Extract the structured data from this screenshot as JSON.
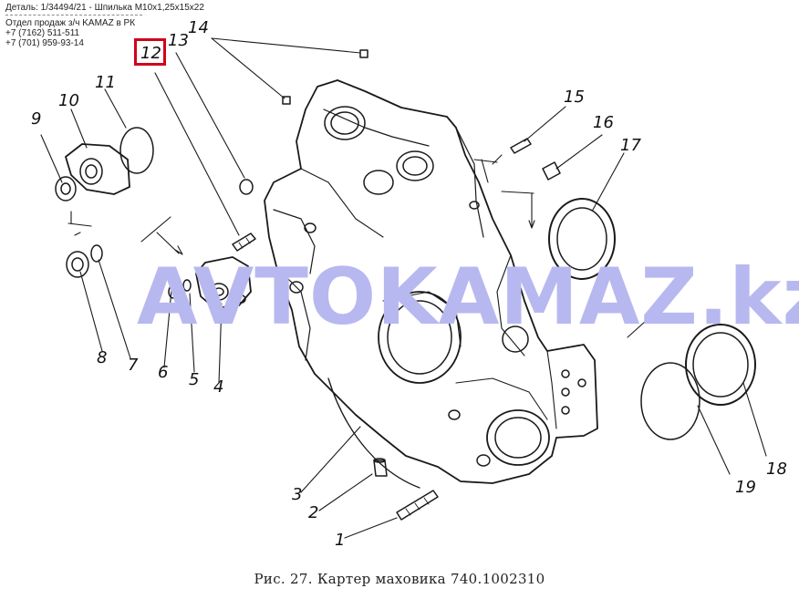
{
  "header": {
    "detail": "Деталь: 1/34494/21 - Шпилька М10х1,25х15х22",
    "dept": "Отдел продаж з/ч KAMAZ в РК",
    "phone1": "+7 (7162) 511-511",
    "phone2": "+7 (701) 959-93-14"
  },
  "watermark": {
    "text": "AVTOKAMAZ.kz",
    "color": "#b8b8f0"
  },
  "caption": "Рис. 27. Картер маховика 740.1002310",
  "highlight": {
    "label": "12",
    "color": "#d0021b"
  },
  "labels": {
    "l1": "1",
    "l2": "2",
    "l3": "3",
    "l4": "4",
    "l5": "5",
    "l6": "6",
    "l7": "7",
    "l8": "8",
    "l9": "9",
    "l10": "10",
    "l11": "11",
    "l12": "12",
    "l13": "13",
    "l14": "14",
    "l15": "15",
    "l16": "16",
    "l17": "17",
    "l18": "18",
    "l19": "19"
  }
}
